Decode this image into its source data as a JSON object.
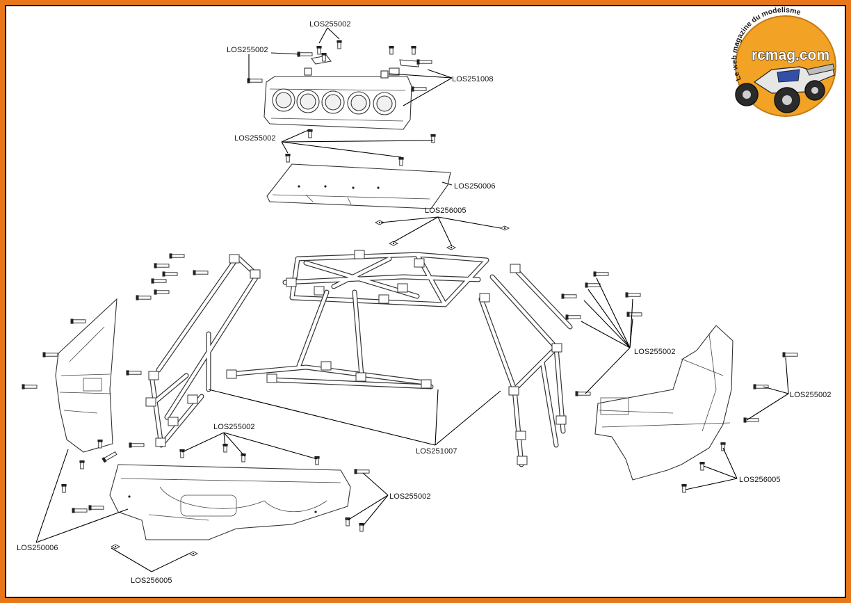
{
  "diagram": {
    "labels": [
      "LOS255002",
      "LOS255002",
      "LOS251008",
      "LOS255002",
      "LOS250006",
      "LOS256005",
      "LOS255002",
      "LOS255002",
      "LOS255002",
      "LOS251007",
      "LOS256005",
      "LOS255002",
      "LOS250006",
      "LOS256005"
    ]
  },
  "logo": {
    "tagline": "Le web magazine du modelisme",
    "brand": "rcmag.com"
  },
  "colors": {
    "frame": "#e8761a",
    "logo_disc": "#f2a224",
    "line": "#333333"
  }
}
